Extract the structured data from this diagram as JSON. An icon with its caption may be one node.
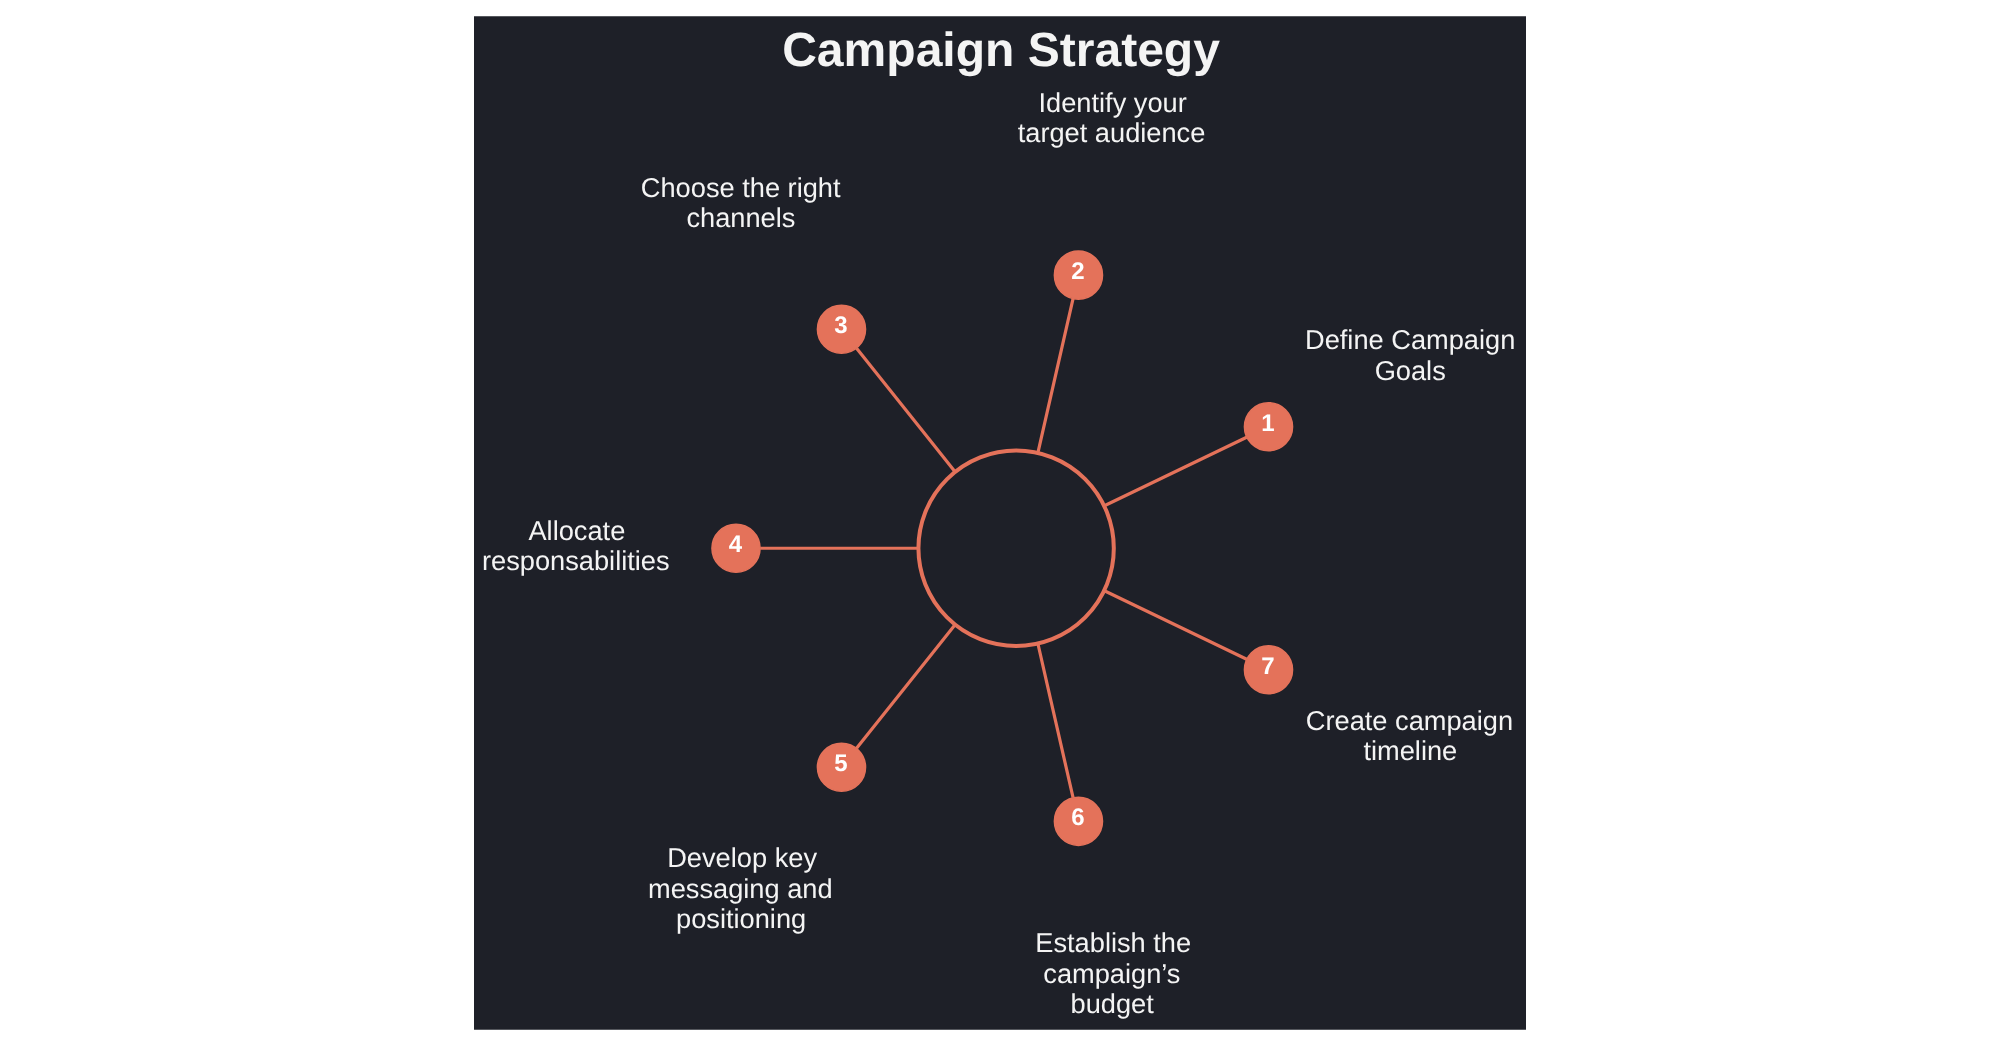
{
  "diagram": {
    "title": "Campaign Strategy",
    "nodes": [
      {
        "text": [],
        "shape": "circle"
      },
      {
        "text": [
          "1"
        ],
        "beside": [
          "Define Campaign Goals"
        ]
      },
      {
        "text": [
          "2"
        ],
        "beside": [
          "Identify your target audience"
        ]
      },
      {
        "text": [
          "3"
        ],
        "beside": [
          "Choose the right channels"
        ]
      },
      {
        "text": [
          "4"
        ],
        "beside": [
          "Allocate responsabilities"
        ]
      },
      {
        "text": [
          "5"
        ],
        "beside": [
          "Develop key messaging and positioning"
        ]
      },
      {
        "text": [
          "6"
        ],
        "beside": [
          "Establish the campaign’s budget"
        ]
      },
      {
        "text": [
          "7"
        ],
        "beside": [
          "Create campaign timeline"
        ]
      }
    ],
    "edges": [
      {
        "from": 0,
        "to": 6,
        "arrow": "none"
      },
      {
        "from": 0,
        "to": 5,
        "arrow": "none"
      },
      {
        "from": 0,
        "to": 1,
        "arrow": "none"
      },
      {
        "from": 0,
        "to": 2,
        "arrow": "none"
      },
      {
        "from": 0,
        "to": 3,
        "arrow": "none"
      },
      {
        "from": 0,
        "to": 4,
        "arrow": "none"
      },
      {
        "from": 0,
        "to": 7,
        "arrow": "none"
      }
    ]
  }
}
